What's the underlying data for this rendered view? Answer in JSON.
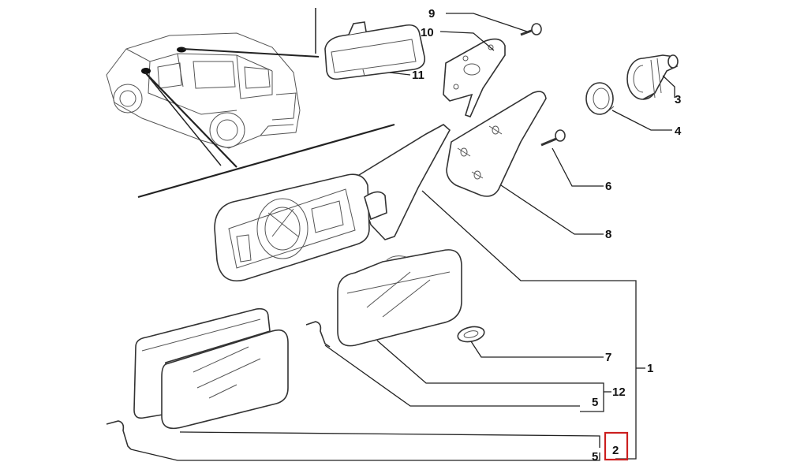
{
  "callouts": {
    "c1": "1",
    "c2": "2",
    "c3": "3",
    "c4": "4",
    "c5a": "5",
    "c5b": "5",
    "c6": "6",
    "c7": "7",
    "c8": "8",
    "c9": "9",
    "c10": "10",
    "c11": "11",
    "c12": "12"
  },
  "colors": {
    "line": "#222222",
    "highlight": "#cc1f1f",
    "background": "#ffffff"
  }
}
